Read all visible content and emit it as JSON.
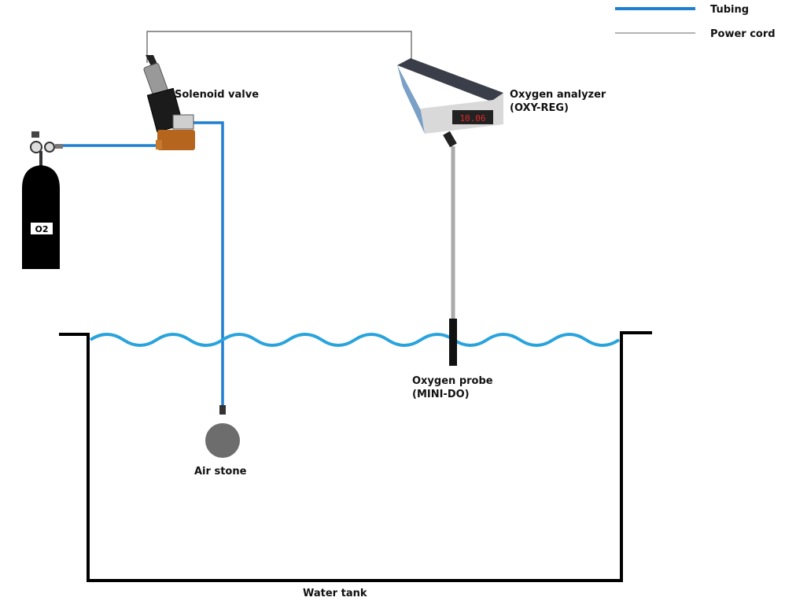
{
  "legend": {
    "tubing_label": "Tubing",
    "power_cord_label": "Power cord",
    "tubing_color": "#1f7fd1",
    "power_cord_color": "#9a9a9a"
  },
  "labels": {
    "solenoid_valve": "Solenoid valve",
    "oxygen_analyzer_line1": "Oxygen analyzer",
    "oxygen_analyzer_line2": "(OXY-REG)",
    "oxygen_probe_line1": "Oxygen probe",
    "oxygen_probe_line2": "(MINI-DO)",
    "air_stone": "Air stone",
    "water_tank": "Water tank",
    "cylinder": "O2"
  },
  "analyzer_display": "10.06",
  "colors": {
    "water": "#29a3dc",
    "tank": "#000000",
    "cylinder": "#000000",
    "valve_body": "#b5651d"
  }
}
